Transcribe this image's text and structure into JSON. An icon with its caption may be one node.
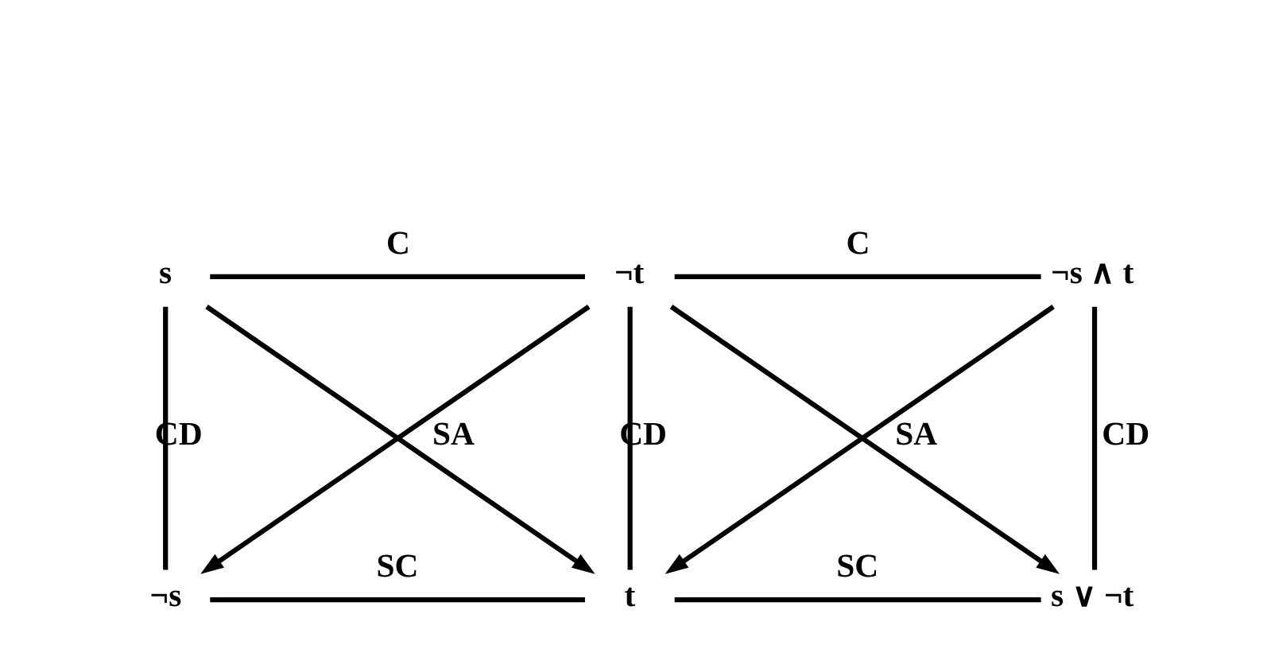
{
  "diagram": {
    "nodes": [
      {
        "text": [
          "s"
        ]
      },
      {
        "text": [
          "¬t"
        ]
      },
      {
        "text": [
          "¬s ∧ t"
        ]
      },
      {
        "text": [
          "¬s"
        ]
      },
      {
        "text": [
          "t"
        ]
      },
      {
        "text": [
          "s ∨ ¬t"
        ]
      }
    ],
    "edges": [
      {
        "from": 0,
        "to": 1,
        "arrow": "none",
        "label": "C"
      },
      {
        "from": 1,
        "to": 2,
        "arrow": "none",
        "label": "C"
      },
      {
        "from": 0,
        "to": 3,
        "arrow": "none",
        "label": "CD"
      },
      {
        "from": 1,
        "to": 4,
        "arrow": "none",
        "label": "CD"
      },
      {
        "from": 2,
        "to": 5,
        "arrow": "none",
        "label": "CD"
      },
      {
        "from": 3,
        "to": 4,
        "arrow": "none",
        "label": "SC"
      },
      {
        "from": 4,
        "to": 5,
        "arrow": "none",
        "label": "SC"
      },
      {
        "from": 0,
        "to": 4,
        "arrow": "to",
        "label": "SA"
      },
      {
        "from": 1,
        "to": 3,
        "arrow": "to"
      },
      {
        "from": 1,
        "to": 5,
        "arrow": "to",
        "label": "SA"
      },
      {
        "from": 2,
        "to": 4,
        "arrow": "to"
      }
    ]
  }
}
